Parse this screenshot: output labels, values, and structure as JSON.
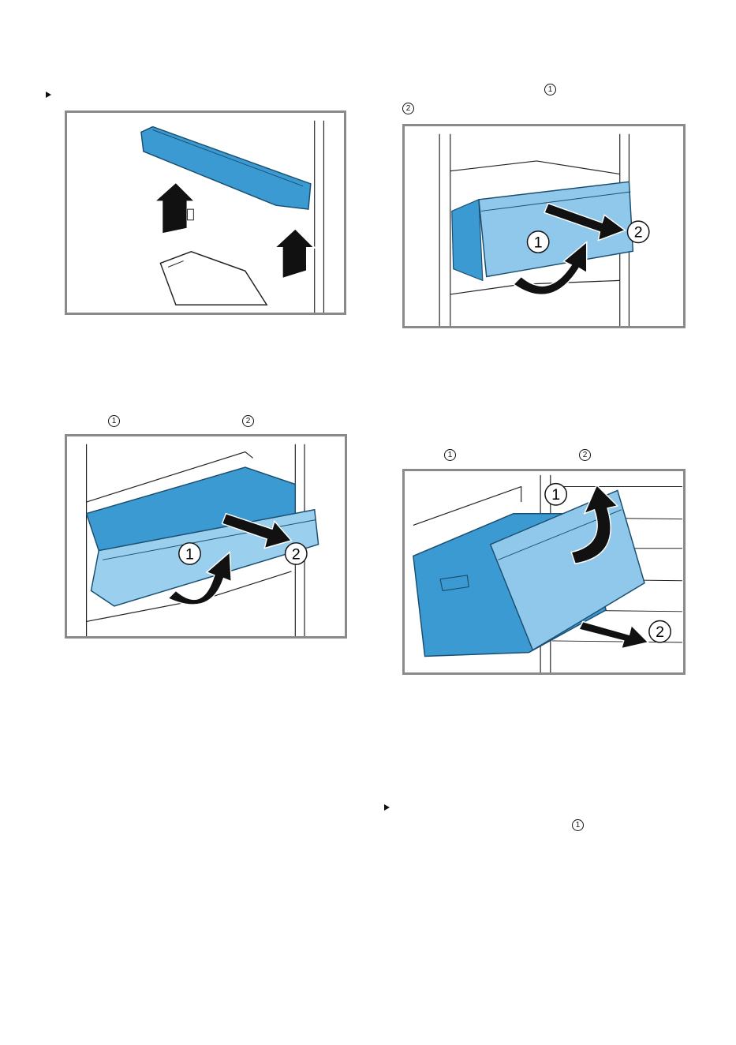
{
  "steps": {
    "door_shelf": {
      "callouts": []
    },
    "top_drawer": {
      "callouts": [
        "1",
        "2"
      ]
    },
    "pull_out_drawer": {
      "callouts": [
        "1",
        "2"
      ]
    },
    "freezer_drawer": {
      "callouts": [
        "1",
        "2"
      ]
    },
    "refit": {
      "callouts": [
        "1"
      ]
    }
  },
  "figures": {
    "fig_a": {
      "labels": []
    },
    "fig_b": {
      "labels": [
        "1",
        "2"
      ]
    },
    "fig_c": {
      "labels": [
        "1",
        "2"
      ]
    },
    "fig_d": {
      "labels": [
        "1",
        "2"
      ]
    }
  },
  "colors": {
    "drawer_blue": "#3c9ad3",
    "drawer_light": "#7fc0e6",
    "frame_grey": "#8a8a8a",
    "arrow": "#111111"
  }
}
